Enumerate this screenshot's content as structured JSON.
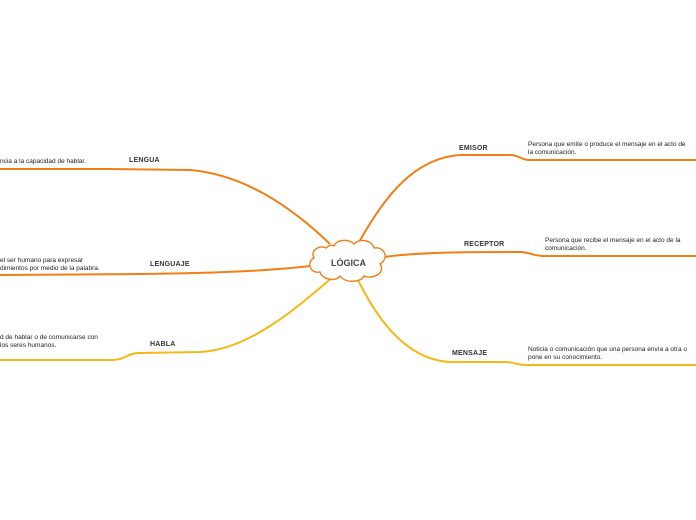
{
  "central": {
    "text": "LÓGICA"
  },
  "colors": {
    "orange": "#f07f17",
    "yellow": "#f5b915",
    "cloud_stroke": "#f07f17"
  },
  "left": [
    {
      "label": "LENGUA",
      "note": "ncia a la capacidad de hablar."
    },
    {
      "label": "LENGUAJE",
      "note": "el ser humano para expresar\ndimientos por medio de la palabra."
    },
    {
      "label": "HABLA",
      "note": "d de hablar o de comunicarse con\nlos seres humanos."
    }
  ],
  "right": [
    {
      "label": "EMISOR",
      "note": "Persona que emite o produce el mensaje en el acto de\nla comunicación."
    },
    {
      "label": "RECEPTOR",
      "note": "Persona que recibe el mensaje en el acto de la\ncomunicación."
    },
    {
      "label": "MENSAJE",
      "note": "Noticia o comunicación que una persona envía a otra o\npone en su conocimiento."
    }
  ]
}
